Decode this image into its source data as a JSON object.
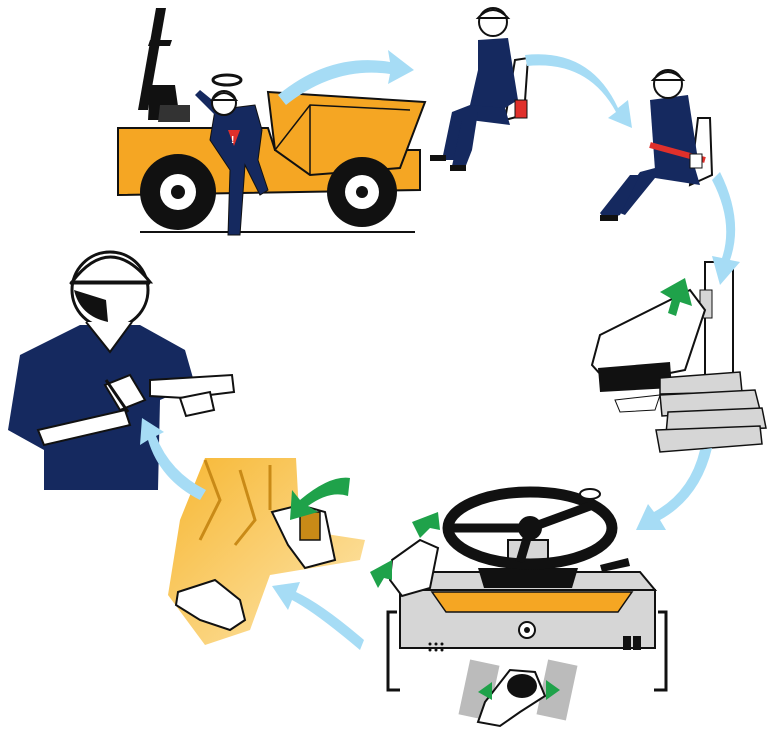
{
  "diagram": {
    "type": "cycle",
    "colors": {
      "navy": "#15295f",
      "yellow": "#f5a623",
      "light_yellow": "#fbd98a",
      "blue_arrow": "#a6dcf5",
      "green_arrow": "#1fa24a",
      "black": "#111111",
      "grey": "#d6d6d6",
      "white": "#ffffff"
    },
    "steps": [
      {
        "id": "mount-dumper",
        "icon": "dumper-mount-icon"
      },
      {
        "id": "sit-in-seat",
        "icon": "seated-operator-icon"
      },
      {
        "id": "fasten-seatbelt",
        "icon": "seatbelt-icon"
      },
      {
        "id": "adjust-seat-lever",
        "icon": "seat-lever-icon"
      },
      {
        "id": "steering-and-controls",
        "icon": "steering-wheel-icon"
      },
      {
        "id": "handbrake-and-pedal",
        "icon": "pedal-icon"
      },
      {
        "id": "record-checklist",
        "icon": "checklist-icon"
      }
    ]
  }
}
